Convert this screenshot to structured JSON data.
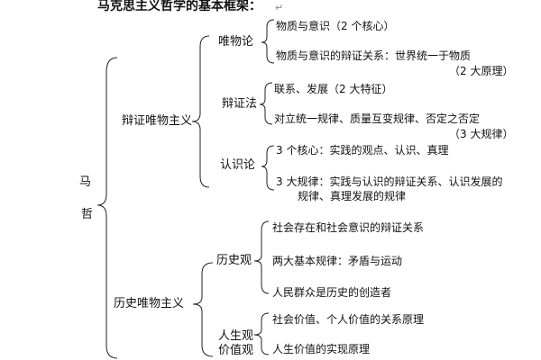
{
  "title": "马克思主义哲学的基本框架：",
  "title_mark": "↵",
  "root": [
    "马",
    "哲"
  ],
  "branches": {
    "dialectical": {
      "label": "辩证唯物主义",
      "materialism": {
        "label": "唯物论",
        "items": [
          "物质与意识（2 个核心）",
          "物质与意识的辩证关系：世界统一于物质",
          "（2 大原理）"
        ]
      },
      "dialectics": {
        "label": "辩证法",
        "items": [
          "联系、发展（2 大特征）",
          "对立统一规律、质量互变规律、否定之否定",
          "（3 大规律）"
        ]
      },
      "epistemology": {
        "label": "认识论",
        "items": [
          "3 个核心：实践的观点、认识、真理",
          "3 大规律：实践与认识的辩证关系、认识发展的",
          "规律、真理发展的规律"
        ]
      }
    },
    "historical": {
      "label": "历史唯物主义",
      "history_view": {
        "label": "历史观",
        "items": [
          "社会存在和社会意识的辩证关系",
          "两大基本规律：矛盾与运动",
          "人民群众是历史的创造者"
        ]
      },
      "life_view": {
        "label_line1": "人生观",
        "label_line2": "价值观",
        "items": [
          "社会价值、个人价值的关系原理",
          "人生价值的实现原理"
        ]
      }
    }
  }
}
